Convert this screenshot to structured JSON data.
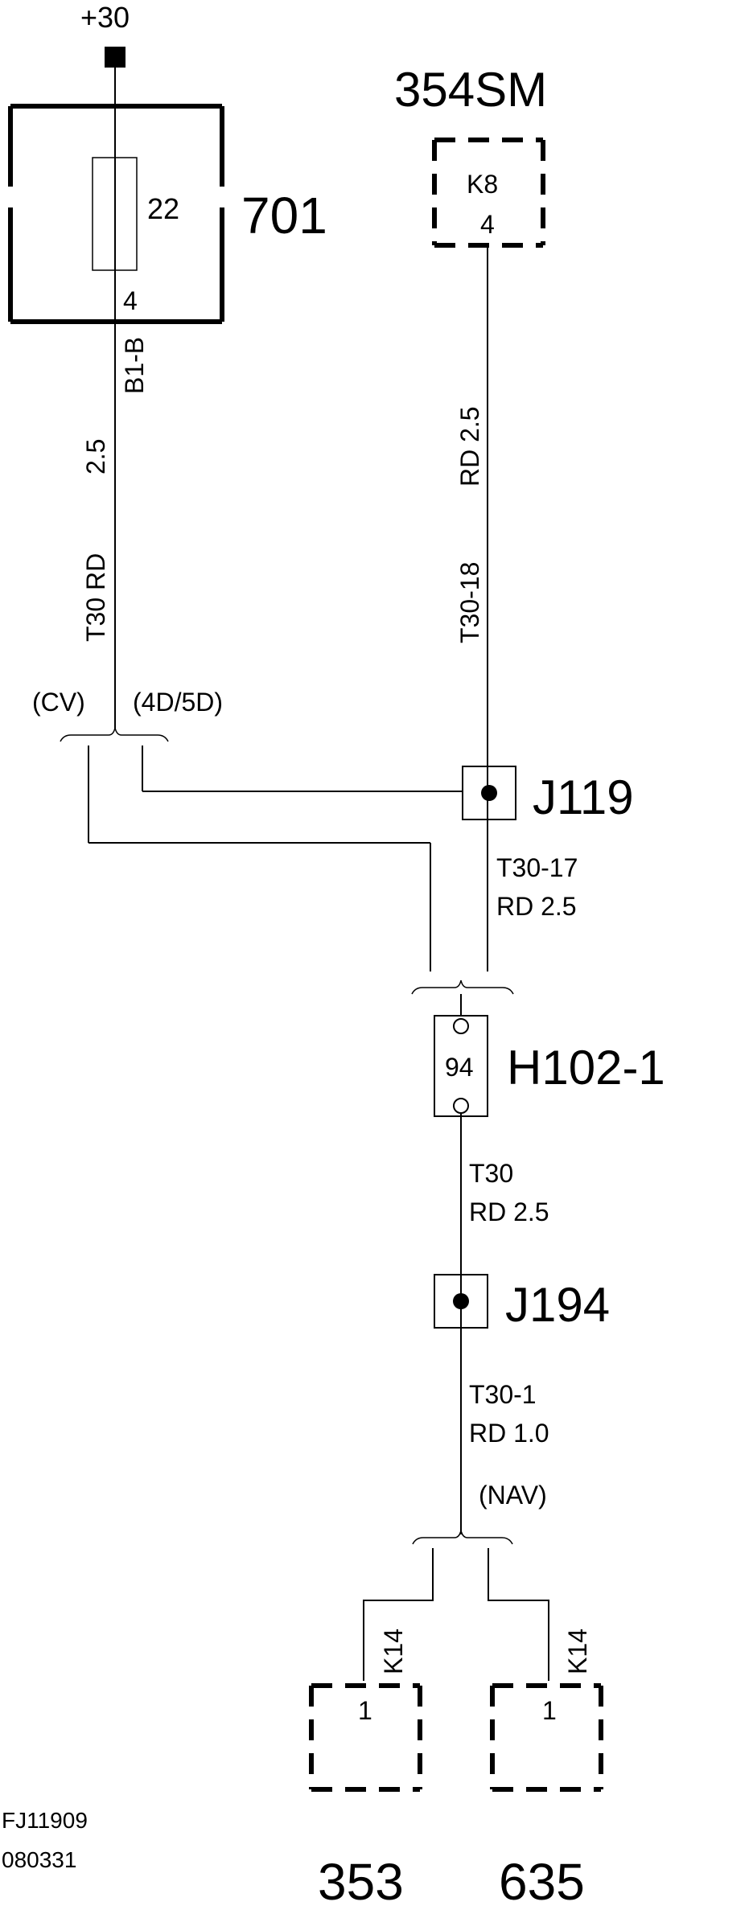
{
  "supply": {
    "label": "+30"
  },
  "fuse_box": {
    "id": "701",
    "fuse": "22",
    "pin": "4",
    "connector": "B1-B"
  },
  "wire_left": {
    "color_size": "2.5",
    "circuit": "T30 RD"
  },
  "variants": {
    "cv": "(CV)",
    "fourd": "(4D/5D)",
    "nav": "(NAV)"
  },
  "module_354": {
    "id": "354SM",
    "connector": "K8",
    "pin": "4"
  },
  "wire_right_upper": {
    "size": "RD 2.5",
    "circuit": "T30-18"
  },
  "splice_j119": {
    "id": "J119"
  },
  "wire_t30_17": {
    "circuit": "T30-17",
    "size": "RD 2.5"
  },
  "connector_h102": {
    "id": "H102-1",
    "pin": "94"
  },
  "wire_t30": {
    "circuit": "T30",
    "size": "RD 2.5"
  },
  "splice_j194": {
    "id": "J194"
  },
  "wire_t30_1": {
    "circuit": "T30-1",
    "size": "RD 1.0"
  },
  "module_353": {
    "id": "353",
    "connector": "K14",
    "pin": "1"
  },
  "module_635": {
    "id": "635",
    "connector": "K14",
    "pin": "1"
  },
  "drawing": {
    "ref": "FJ11909",
    "date": "080331"
  }
}
